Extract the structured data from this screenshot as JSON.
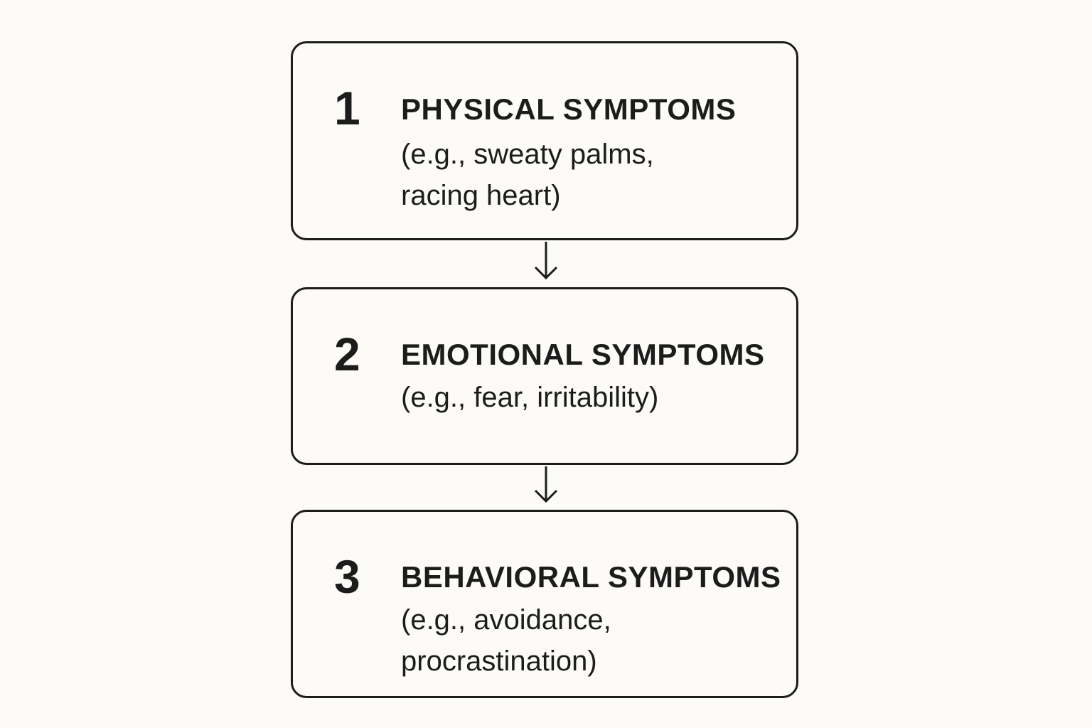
{
  "steps": [
    {
      "number": "1",
      "title": "PHYSICAL SYMPTOMS",
      "desc_lines": [
        "(e.g., sweaty palms,",
        "racing heart)"
      ]
    },
    {
      "number": "2",
      "title": "EMOTIONAL SYMPTOMS",
      "desc_lines": [
        "(e.g., fear, irritability)"
      ]
    },
    {
      "number": "3",
      "title": "BEHAVIORAL SYMPTOMS",
      "desc_lines": [
        "(e.g., avoidance,",
        "procrastination)"
      ]
    }
  ],
  "colors": {
    "background": "#fcfbf8",
    "stroke": "#1c1c1c"
  }
}
